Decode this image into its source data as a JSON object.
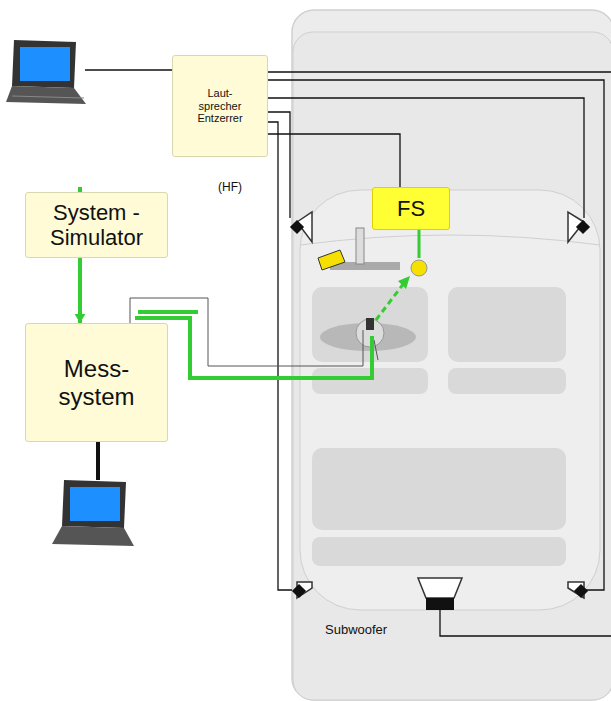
{
  "diagram": {
    "nodes": [
      {
        "text": [
          "Laut- sprecher Entzerrer"
        ]
      },
      {
        "text": [
          "System - Simulator"
        ]
      },
      {
        "text": [
          "Mess- system"
        ]
      },
      {
        "text": [
          "FS"
        ]
      }
    ],
    "edges": [
      {
        "from": 1,
        "to": 3,
        "arrow": "none"
      },
      {
        "from": 1,
        "to": 2,
        "arrow": "to"
      }
    ],
    "labels": [
      "(HF)",
      "Subwoofer"
    ]
  }
}
